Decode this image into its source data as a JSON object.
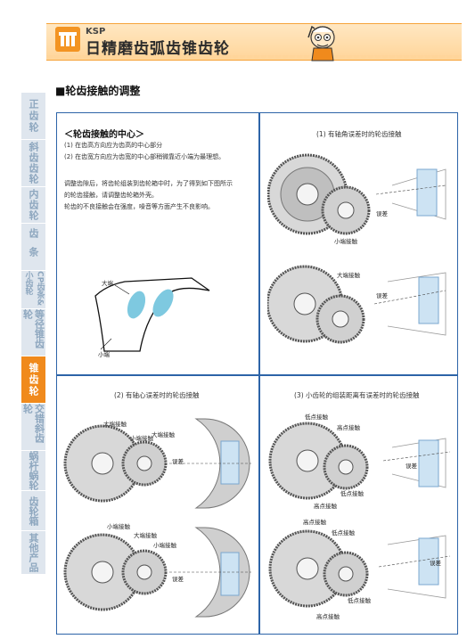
{
  "header": {
    "brand": "KSP",
    "title": "日精磨齿弧齿锥齿轮"
  },
  "sidebar": {
    "tabs": [
      {
        "label": "正齿轮",
        "active": false
      },
      {
        "label": "斜齿齿轮",
        "active": false
      },
      {
        "label": "内齿轮",
        "active": false
      },
      {
        "label": "齿条",
        "active": false
      },
      {
        "label": "CP齿条&小齿轮",
        "active": false
      },
      {
        "label": "等径锥齿轮",
        "active": false
      },
      {
        "label": "锥齿轮",
        "active": true
      },
      {
        "label": "交错斜齿轮",
        "active": false
      },
      {
        "label": "蜗杆蜗轮",
        "active": false
      },
      {
        "label": "齿轮箱",
        "active": false
      },
      {
        "label": "其他产品",
        "active": false
      }
    ]
  },
  "section": {
    "heading": "■轮齿接触的调整"
  },
  "intro": {
    "title": "＜轮齿接触的中心＞",
    "line1": "(1) 在齿高方向应为齿高的中心部分",
    "line2": "(2) 在齿宽方向应为齿宽的中心部稍微靠近小端为最理想。",
    "para1": "调整齿隙后，将齿轮组装到齿轮箱中时，为了得到如下图所示",
    "para2": "的轮齿接触，请调整齿轮箱外壳。",
    "para3": "轮齿的不良接触会在强度，噪音等方面产生不良影响。",
    "diagram_big_end": "大端",
    "diagram_small_end": "小端"
  },
  "panels": {
    "p1": {
      "caption": "(1) 有轴角误差时的轮齿接触",
      "top_label": "小端接触",
      "top_err": "误差",
      "bottom_label": "大端接触",
      "bottom_err": "误差"
    },
    "p2": {
      "caption": "(2) 有轴心误差时的轮齿接触",
      "top_label1": "大端接触",
      "top_label2": "小端接触",
      "top_label3": "大端接触",
      "top_err": "误差",
      "bottom_label1": "小端接触",
      "bottom_label2": "大端接触",
      "bottom_label3": "小端接触",
      "bottom_err": "误差"
    },
    "p3": {
      "caption": "(3) 小齿轮的组装距离有误差时的轮齿接触",
      "top_label1": "低点接触",
      "top_label2": "高点接触",
      "top_label3": "高点接触",
      "top_label4": "低点接触",
      "top_err": "误差",
      "bottom_label1": "高点接触",
      "bottom_label2": "低点接触",
      "bottom_label3": "低点接触",
      "bottom_label4": "高点接触",
      "bottom_err": "误差"
    }
  },
  "colors": {
    "accent": "#f08a1c",
    "header_bg": "#ffd59a",
    "frame": "#2d64a8",
    "tab_bg": "#dfe6ee",
    "tab_text": "#8ea7bf",
    "contact": "#7ec9e0"
  }
}
